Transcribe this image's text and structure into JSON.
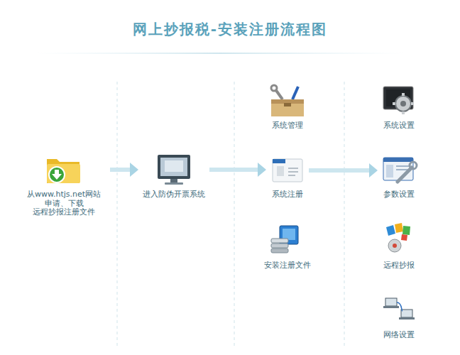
{
  "diagram": {
    "title": "网上抄报税-安装注册流程图",
    "nodes": [
      {
        "text": [
          "从www.htjs.net网站 申请、下载 远程抄报注册文件"
        ]
      },
      {
        "text": [
          "进入防伪开票系统"
        ]
      },
      {
        "text": [
          "系统管理"
        ]
      },
      {
        "text": [
          "系统注册"
        ]
      },
      {
        "text": [
          "安装注册文件"
        ]
      },
      {
        "text": [
          "系统设置"
        ]
      },
      {
        "text": [
          "参数设置"
        ]
      },
      {
        "text": [
          "远程抄报"
        ]
      },
      {
        "text": [
          "网络设置"
        ]
      }
    ],
    "edges": [
      {
        "from": 0,
        "to": 1,
        "arrow": "to"
      },
      {
        "from": 1,
        "to": 3,
        "arrow": "to"
      },
      {
        "from": 3,
        "to": 6,
        "arrow": "to"
      }
    ]
  }
}
